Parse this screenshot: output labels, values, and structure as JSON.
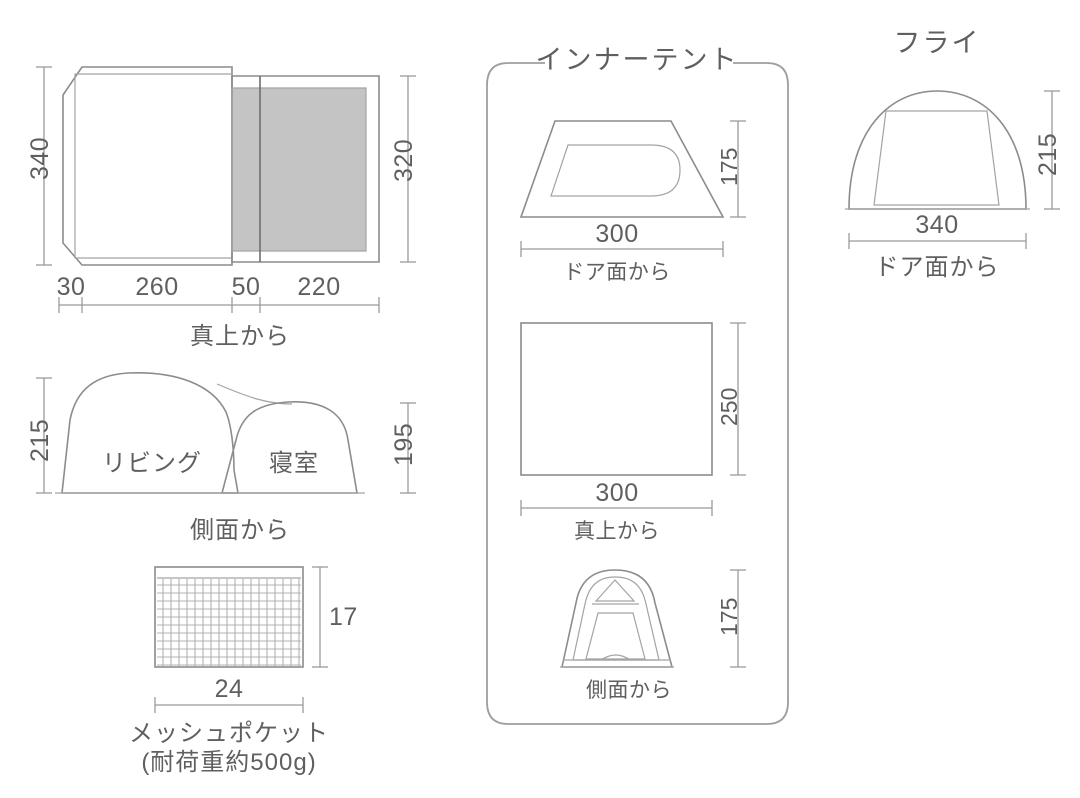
{
  "document": {
    "type": "tent-specification-diagram",
    "language": "ja"
  },
  "sections": {
    "main": {
      "top_view": {
        "caption": "真上から",
        "dim_height_left": "340",
        "dim_height_right": "320",
        "widths": [
          "30",
          "260",
          "50",
          "220"
        ]
      },
      "side_view": {
        "caption": "側面から",
        "dim_height_left": "215",
        "dim_height_right": "195",
        "label_living": "リビング",
        "label_bedroom": "寝室"
      },
      "mesh_pocket": {
        "caption_line1": "メッシュポケット",
        "caption_line2": "(耐荷重約500g)",
        "dim_width": "24",
        "dim_height": "17"
      }
    },
    "inner_tent": {
      "title": "インナーテント",
      "door_view": {
        "caption": "ドア面から",
        "dim_width": "300",
        "dim_height": "175"
      },
      "top_view": {
        "caption": "真上から",
        "dim_width": "300",
        "dim_height": "250"
      },
      "side_view": {
        "caption": "側面から",
        "dim_height": "175"
      }
    },
    "fly": {
      "title": "フライ",
      "door_view": {
        "caption": "ドア面から",
        "dim_width": "340",
        "dim_height": "215"
      }
    }
  },
  "colors": {
    "line": "#8c8c8c",
    "dimension": "#9a9a9a",
    "fill_grey": "#c4c4c4",
    "text": "#5f5f5f",
    "background": "#ffffff"
  }
}
